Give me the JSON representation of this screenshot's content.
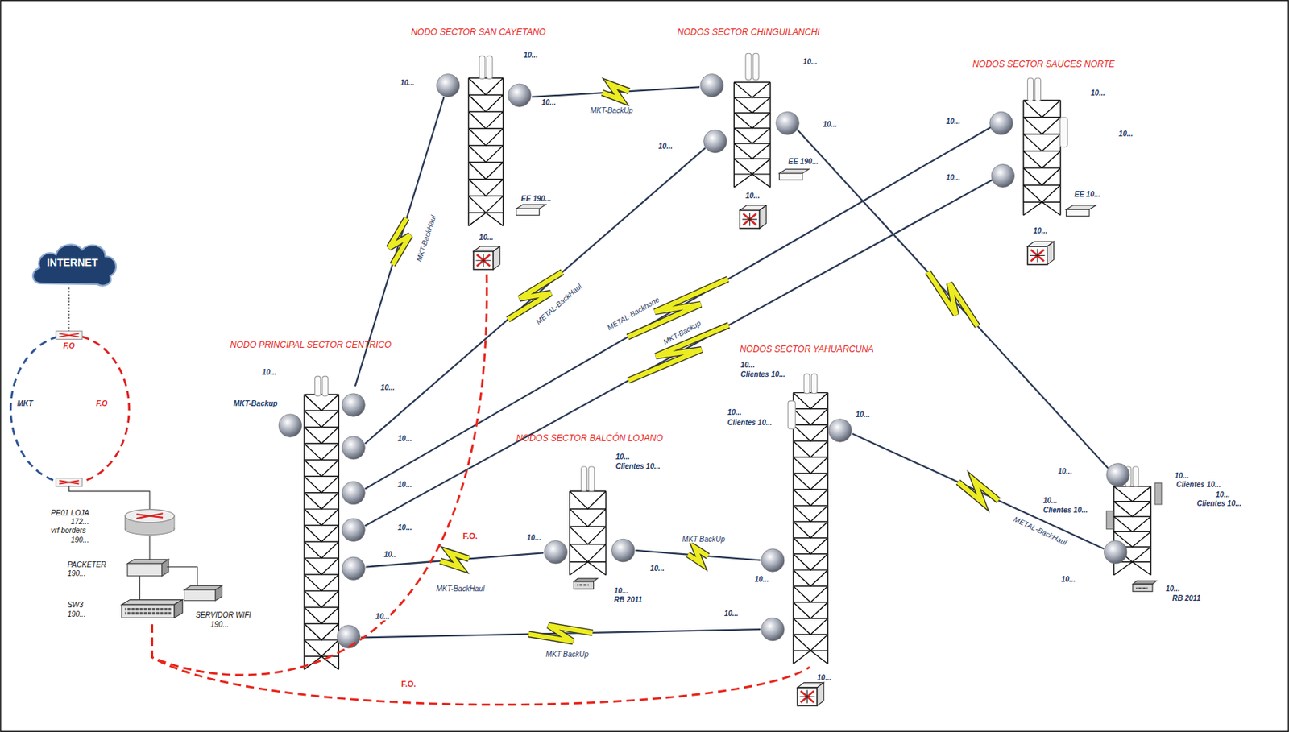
{
  "diagram": {
    "nodes": [
      {
        "text": [
          "INTERNET"
        ]
      },
      {
        "text": [
          "PE01 LOJA",
          "172...",
          "vrf borders",
          "190..."
        ]
      },
      {
        "text": [
          "PACKETER",
          "190..."
        ]
      },
      {
        "text": [
          "SW3",
          "190..."
        ]
      },
      {
        "text": [
          "SERVIDOR WIFI",
          "190..."
        ]
      },
      {
        "text": [
          "NODO SECTOR SAN CAYETANO"
        ]
      },
      {
        "text": [
          "NODOS SECTOR CHINGUILANCHI"
        ]
      },
      {
        "text": [
          "NODOS SECTOR SAUCES NORTE"
        ]
      },
      {
        "text": [
          "NODO PRINCIPAL SECTOR CENTRICO"
        ]
      },
      {
        "text": [
          "NODOS SECTOR BALCÓN LOJANO"
        ]
      },
      {
        "text": [
          "NODOS SECTOR YAHUARCUNA"
        ]
      },
      {
        "text": [
          "10...",
          "RB 2011"
        ]
      }
    ],
    "edges": [
      {
        "from": 8,
        "to": 5,
        "arrow": "none",
        "label": "MKT-BackHaul"
      },
      {
        "from": 8,
        "to": 6,
        "arrow": "none",
        "label": "METAL-BackHaul"
      },
      {
        "from": 8,
        "to": 7,
        "arrow": "none",
        "label": "METAL-Backbone"
      },
      {
        "from": 8,
        "to": 7,
        "arrow": "none",
        "label": "MKT-Backup"
      },
      {
        "from": 8,
        "to": 9,
        "arrow": "none",
        "label": "MKT-BackHaul"
      },
      {
        "from": 8,
        "to": 10,
        "arrow": "none",
        "label": "MKT-BackUp"
      },
      {
        "from": 5,
        "to": 6,
        "arrow": "none",
        "label": "MKT-BackUp"
      },
      {
        "from": 9,
        "to": 10,
        "arrow": "none",
        "label": "MKT-BackUp"
      },
      {
        "from": 10,
        "to": 11,
        "arrow": "none",
        "label": "METAL-BackHaul"
      },
      {
        "from": 6,
        "to": 11,
        "arrow": "none"
      },
      {
        "from": 3,
        "to": 5,
        "arrow": "none",
        "label": "F.O."
      },
      {
        "from": 3,
        "to": 10,
        "arrow": "none",
        "label": "F.O."
      },
      {
        "from": 1,
        "to": 2,
        "arrow": "none"
      },
      {
        "from": 2,
        "to": 4,
        "arrow": "none"
      },
      {
        "from": 2,
        "to": 3,
        "arrow": "none"
      }
    ],
    "labels": [
      "F.O",
      "MKT",
      "F.O",
      "10...",
      "10...",
      "10...",
      "EE 190...",
      "10...",
      "10...",
      "10...",
      "10...",
      "EE 190...",
      "10...",
      "10...",
      "10...",
      "10...",
      "10...",
      "EE 10...",
      "10...",
      "10...",
      "MKT-Backup",
      "10...",
      "10...",
      "10...",
      "10...",
      "10..",
      "10...",
      "10...",
      "Clientes 10...",
      "10...",
      "10...",
      "10...",
      "RB 2011",
      "10...",
      "Clientes 10...",
      "10...",
      "Clientes 10...",
      "10...",
      "10...",
      "10...",
      "10...",
      "10...",
      "Clientes 10...",
      "10...",
      "Clientes 10...",
      "10...",
      "10...",
      "Clientes 10...",
      "10..."
    ]
  }
}
